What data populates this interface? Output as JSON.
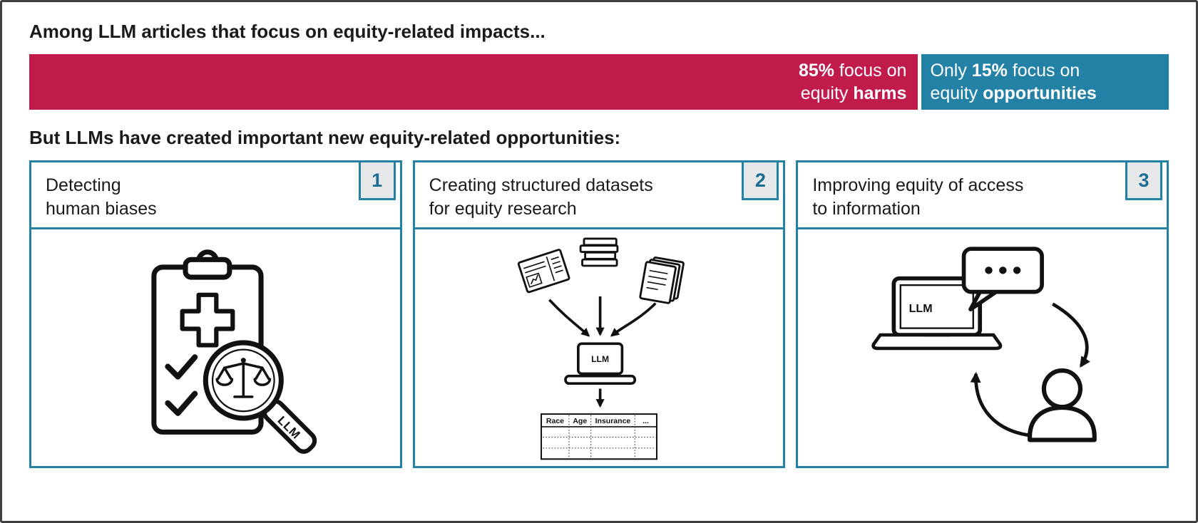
{
  "colors": {
    "crimson": "#c01b4b",
    "teal": "#2381a5",
    "badge-bg": "#e6e7e8",
    "badge-num": "#1a6e94",
    "ink": "#1a1a1a",
    "frame": "#3f3f3f"
  },
  "headings": {
    "intro": "Among LLM articles that focus on equity-related impacts...",
    "opportunities": "But LLMs have created important new equity-related opportunities:"
  },
  "bar": {
    "harms": {
      "pct": "85%",
      "after_pct": " focus on",
      "line2_pre": "equity ",
      "line2_bold": "harms",
      "value": 85
    },
    "opps": {
      "pre": "Only ",
      "pct": "15%",
      "after_pct": " focus on",
      "line2_pre": "equity ",
      "line2_bold": "opportunities",
      "value": 15
    }
  },
  "cards": [
    {
      "number": "1",
      "title_line1": "Detecting",
      "title_line2": "human biases"
    },
    {
      "number": "2",
      "title_line1": "Creating structured datasets",
      "title_line2": "for equity research"
    },
    {
      "number": "3",
      "title_line1": "Improving equity of access",
      "title_line2": "to information"
    }
  ],
  "labels": {
    "llm": "LLM"
  },
  "dataset_table": {
    "headers": [
      "Race",
      "Age",
      "Insurance",
      "..."
    ]
  },
  "chart_data": {
    "type": "bar",
    "categories": [
      "equity harms",
      "equity opportunities"
    ],
    "values": [
      85,
      15
    ],
    "unit": "%",
    "title": "Among LLM articles that focus on equity-related impacts...",
    "colors": [
      "#c01b4b",
      "#2381a5"
    ],
    "legend_position": "none"
  }
}
